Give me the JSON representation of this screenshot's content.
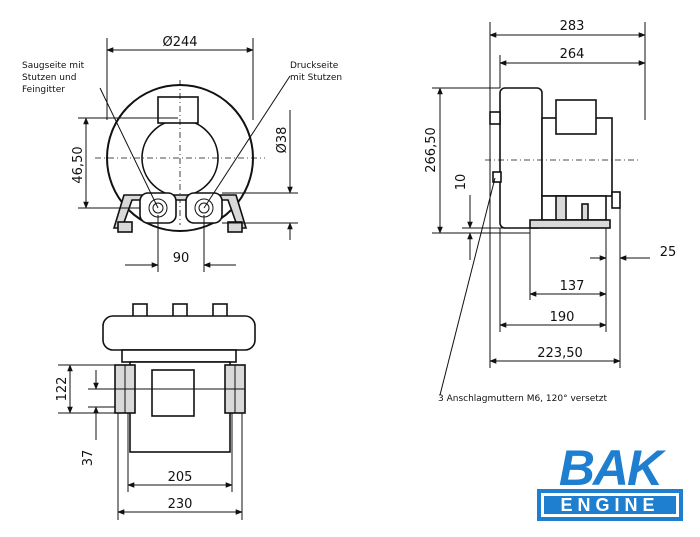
{
  "drawing": {
    "front_view": {
      "dim_diameter": "Ø244",
      "dim_height": "46,50",
      "dim_port": "Ø38",
      "dim_feet": "90",
      "label_suction": [
        "Saugseite mit",
        "Stutzen und",
        "Feingitter"
      ],
      "label_pressure": [
        "Druckseite",
        "mit Stutzen"
      ]
    },
    "bottom_view": {
      "dim_122": "122",
      "dim_37": "37",
      "dim_205": "205",
      "dim_230": "230"
    },
    "side_view": {
      "dim_283": "283",
      "dim_264": "264",
      "dim_26650": "266,50",
      "dim_10": "10",
      "dim_25": "25",
      "dim_137": "137",
      "dim_190": "190",
      "dim_22350": "223,50",
      "note_nuts": "3 Anschlagmuttern M6, 120° versetzt"
    }
  },
  "logo": {
    "line1": "BAK",
    "line2": "ENGINE",
    "colors": {
      "blue": "#1e7fd0",
      "white": "#ffffff"
    }
  }
}
